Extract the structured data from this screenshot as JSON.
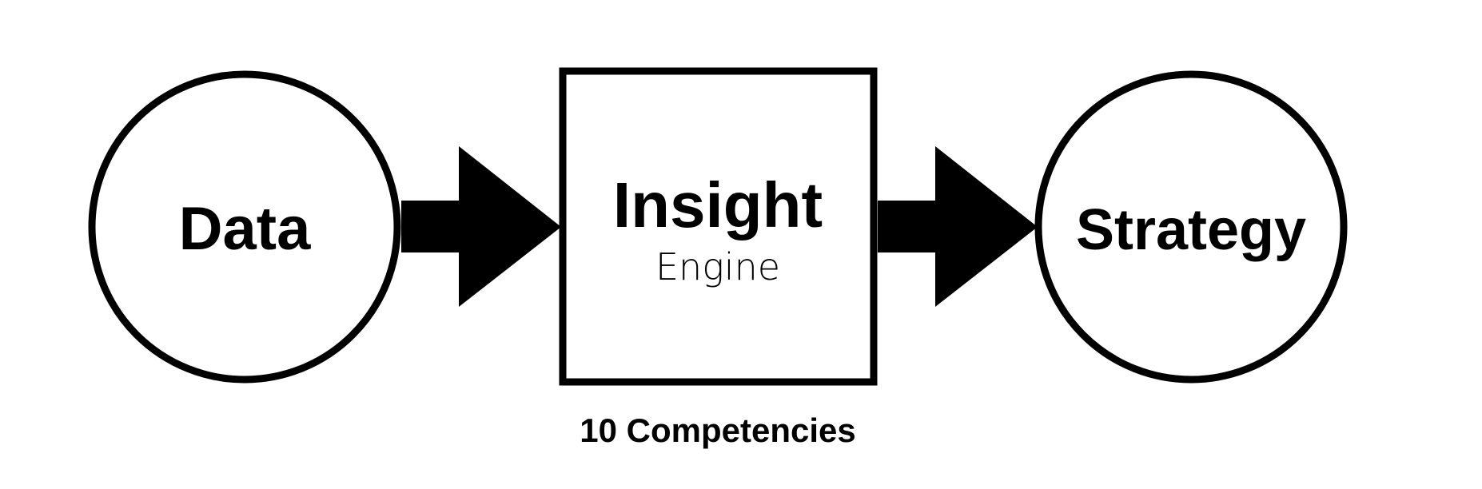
{
  "diagram": {
    "nodes": {
      "data": {
        "label": "Data"
      },
      "insight": {
        "label": "Insight",
        "sublabel": "Engine"
      },
      "strategy": {
        "label": "Strategy"
      }
    },
    "caption": "10 Competencies"
  },
  "colors": {
    "stroke": "#000000",
    "fill": "#ffffff",
    "arrow": "#000000"
  }
}
